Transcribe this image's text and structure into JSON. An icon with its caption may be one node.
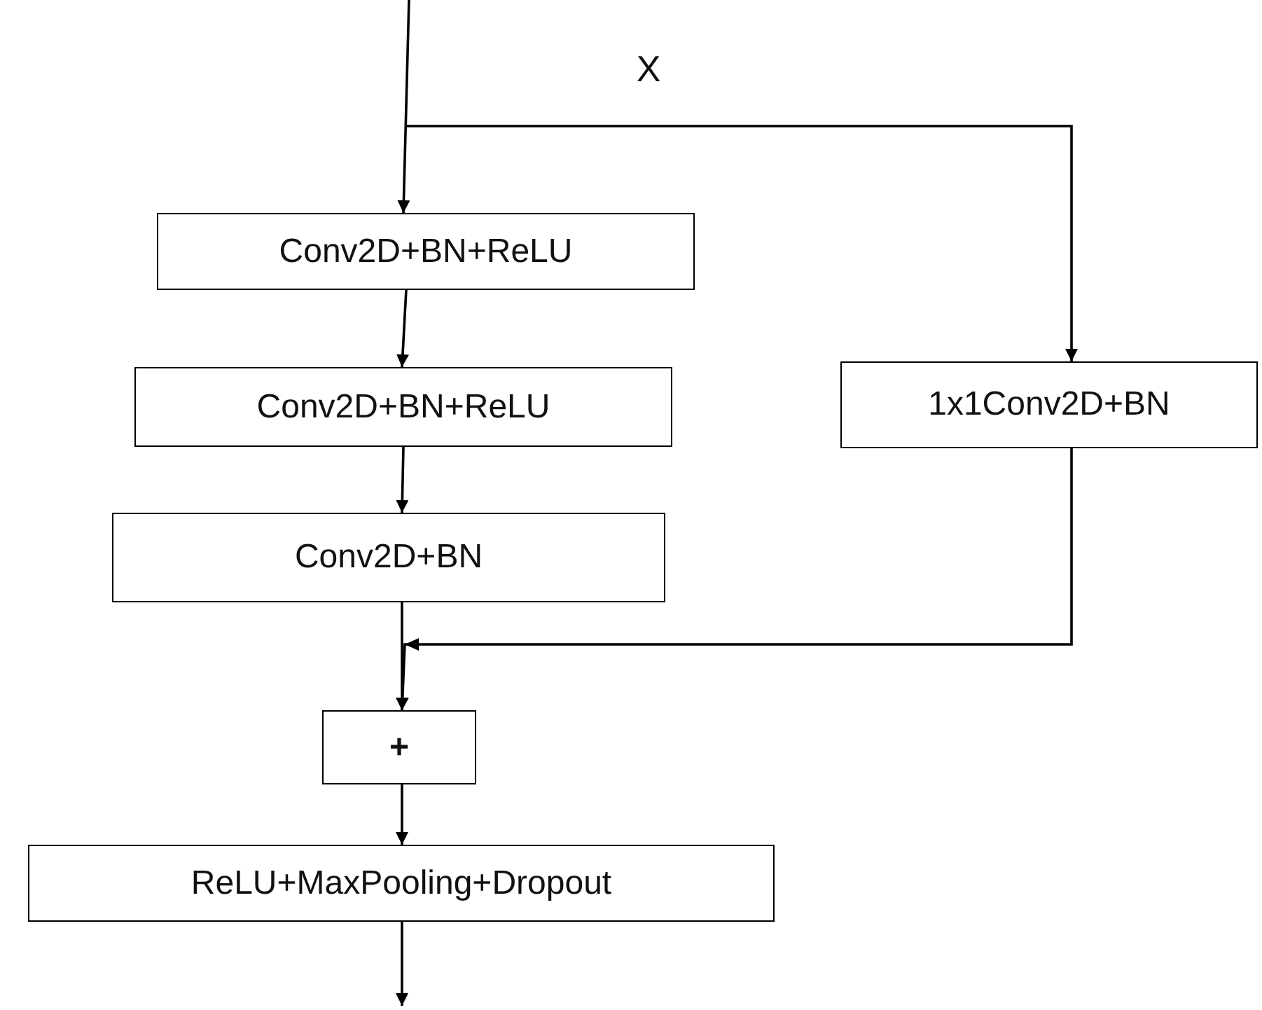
{
  "diagram": {
    "nodes": [
      {
        "text": [
          "Conv2D+BN+ReLU"
        ]
      },
      {
        "text": [
          "Conv2D+BN+ReLU"
        ]
      },
      {
        "text": [
          "Conv2D+BN"
        ]
      },
      {
        "text": [
          "1x1Conv2D+BN"
        ]
      },
      {
        "text": [
          "+"
        ]
      },
      {
        "text": [
          "ReLU+MaxPooling+Dropout"
        ]
      }
    ],
    "edges": [
      {
        "from": null,
        "to": 0,
        "arrow": "to"
      },
      {
        "from": null,
        "to": 3,
        "arrow": "to"
      },
      {
        "from": 0,
        "to": 1,
        "arrow": "to"
      },
      {
        "from": 1,
        "to": 2,
        "arrow": "to"
      },
      {
        "from": 2,
        "to": 4,
        "arrow": "to"
      },
      {
        "from": 3,
        "to": 4,
        "arrow": "to"
      },
      {
        "from": 4,
        "to": 5,
        "arrow": "to"
      },
      {
        "from": 5,
        "to": null,
        "arrow": "to"
      }
    ],
    "labels": [
      "X"
    ]
  }
}
